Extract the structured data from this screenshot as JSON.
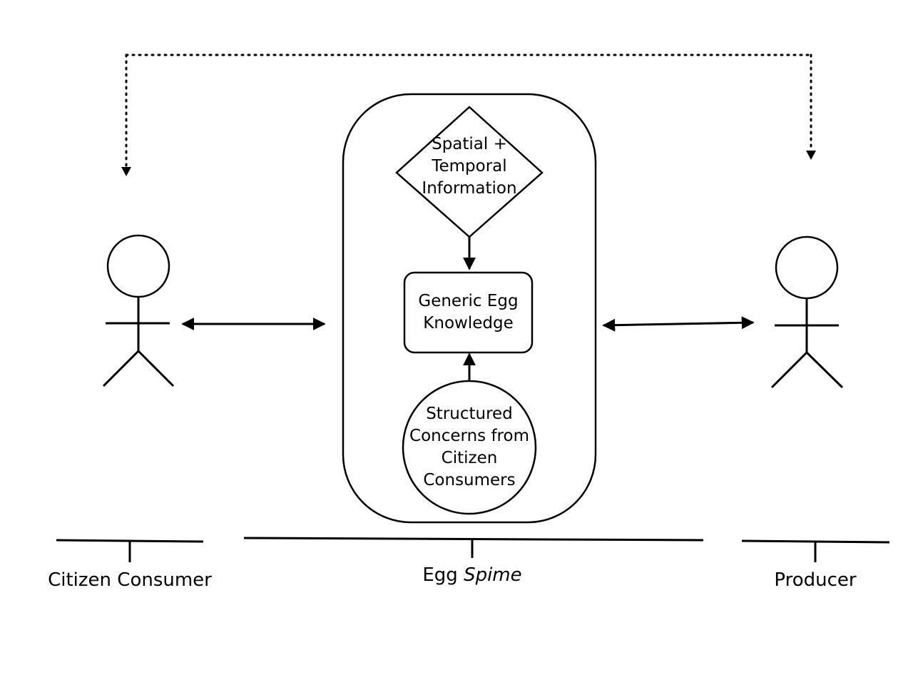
{
  "diagram": {
    "spatial_node": {
      "lines": [
        "Spatial +",
        "Temporal",
        "Information"
      ]
    },
    "generic_node": {
      "lines": [
        "Generic Egg",
        "Knowledge"
      ]
    },
    "concerns_node": {
      "lines": [
        "Structured",
        "Concerns from",
        "Citizen",
        "Consumers"
      ]
    },
    "captions": {
      "consumer": "Citizen Consumer",
      "spime_prefix": "Egg",
      "spime_emphasis": "Spime",
      "producer": "Producer"
    },
    "colors": {
      "stroke": "#000000",
      "background": "#ffffff"
    }
  }
}
